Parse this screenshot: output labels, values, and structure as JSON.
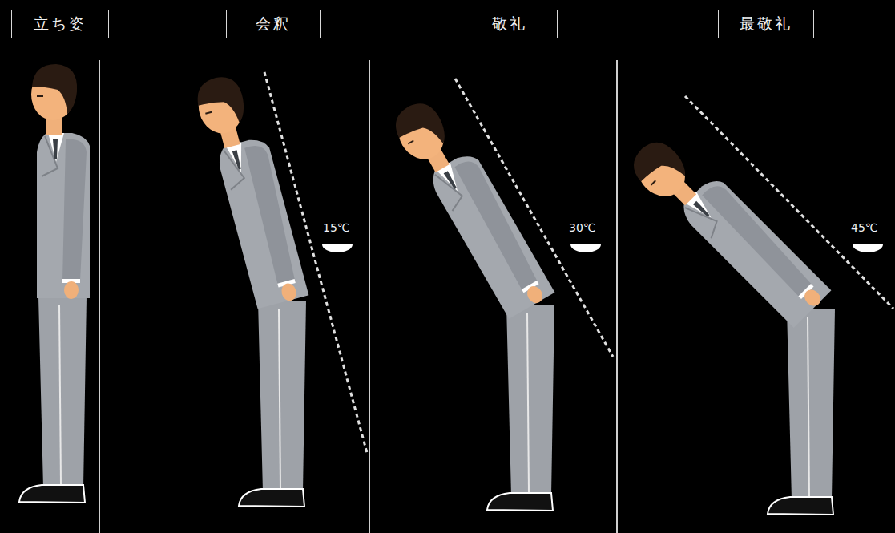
{
  "diagram": {
    "nodes": [
      {
        "text": [
          "立ち姿"
        ]
      },
      {
        "text": [
          "会釈"
        ]
      },
      {
        "text": [
          "敬礼"
        ]
      },
      {
        "text": [
          "最敬礼"
        ]
      }
    ],
    "labels": [
      "15℃",
      "30℃",
      "45℃"
    ]
  }
}
